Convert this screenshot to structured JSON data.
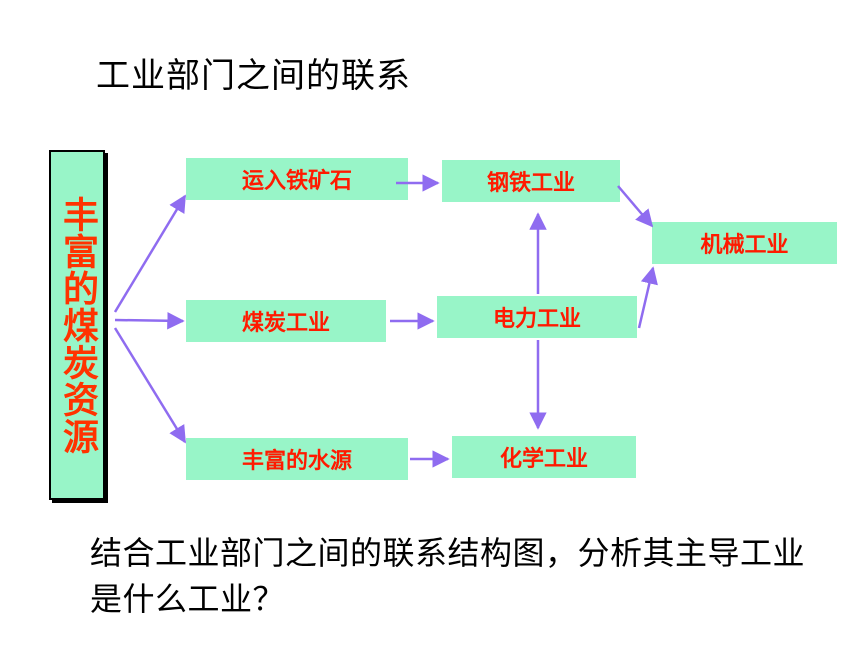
{
  "title": "工业部门之间的联系",
  "source": "丰富的煤炭资源",
  "nodes": {
    "ore": "运入铁矿石",
    "coal": "煤炭工业",
    "water": "丰富的水源",
    "steel": "钢铁工业",
    "power": "电力工业",
    "chemical": "化学工业",
    "machinery": "机械工业"
  },
  "question": "结合工业部门之间的联系结构图，分析其主导工业是什么工业？",
  "colors": {
    "box_fill": "#98f5c8",
    "node_text": "#ff1a00",
    "arrow": "#8f6cf0"
  }
}
